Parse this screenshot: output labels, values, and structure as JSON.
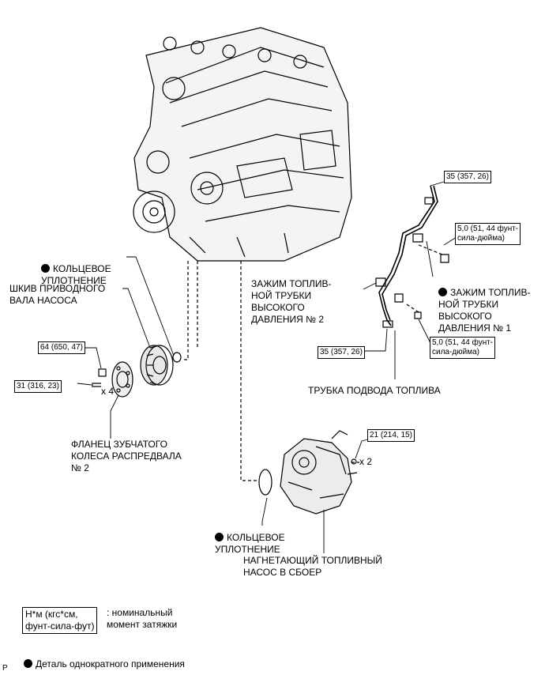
{
  "labels": {
    "oring_top": "КОЛЬЦЕВОЕ\nУПЛОТНЕНИЕ",
    "pulley": "ШКИВ ПРИВОДНОГО\nВАЛА НАСОСА",
    "flange": "ФЛАНЕЦ ЗУБЧАТОГО\nКОЛЕСА РАСПРЕДВАЛА\n№ 2",
    "clamp2": "ЗАЖИМ ТОПЛИВ-\nНОЙ ТРУБКИ\nВЫСОКОГО\nДАВЛЕНИЯ № 2",
    "clamp1": "ЗАЖИМ ТОПЛИВ-\nНОЙ ТРУБКИ\nВЫСОКОГО\nДАВЛЕНИЯ № 1",
    "fuel_pipe": "ТРУБКА ПОДВОДА ТОПЛИВА",
    "oring_bottom": "КОЛЬЦЕВОЕ\nУПЛОТНЕНИЕ",
    "pump": "НАГНЕТАЮЩИЙ ТОПЛИВНЫЙ\nНАСОС В СБОЕР"
  },
  "torques": {
    "t_pipe_top": "35 (357, 26)",
    "t_clamp1_bolt": "5,0 (51, 44 фунт-\nсила-дюйма)",
    "t_clamp2_bolt": "5,0 (51, 44 фунт-\nсила-дюйма)",
    "t_pipe_bottom": "35 (357, 26)",
    "t_pulley_nut": "64 (650, 47)",
    "t_flange_bolts": "31 (316, 23)",
    "t_pump_nuts": "21 (214, 15)"
  },
  "quantities": {
    "flange_bolts": "x 4",
    "pump_nuts": "x 2"
  },
  "legend": {
    "torque_box": "Н*м (кгс*см,\nфунт-сила-фут)",
    "torque_desc": ": номинальный\nмомент затяжки",
    "nonreusable": "Деталь однократного применения"
  },
  "footer_mark": "P"
}
